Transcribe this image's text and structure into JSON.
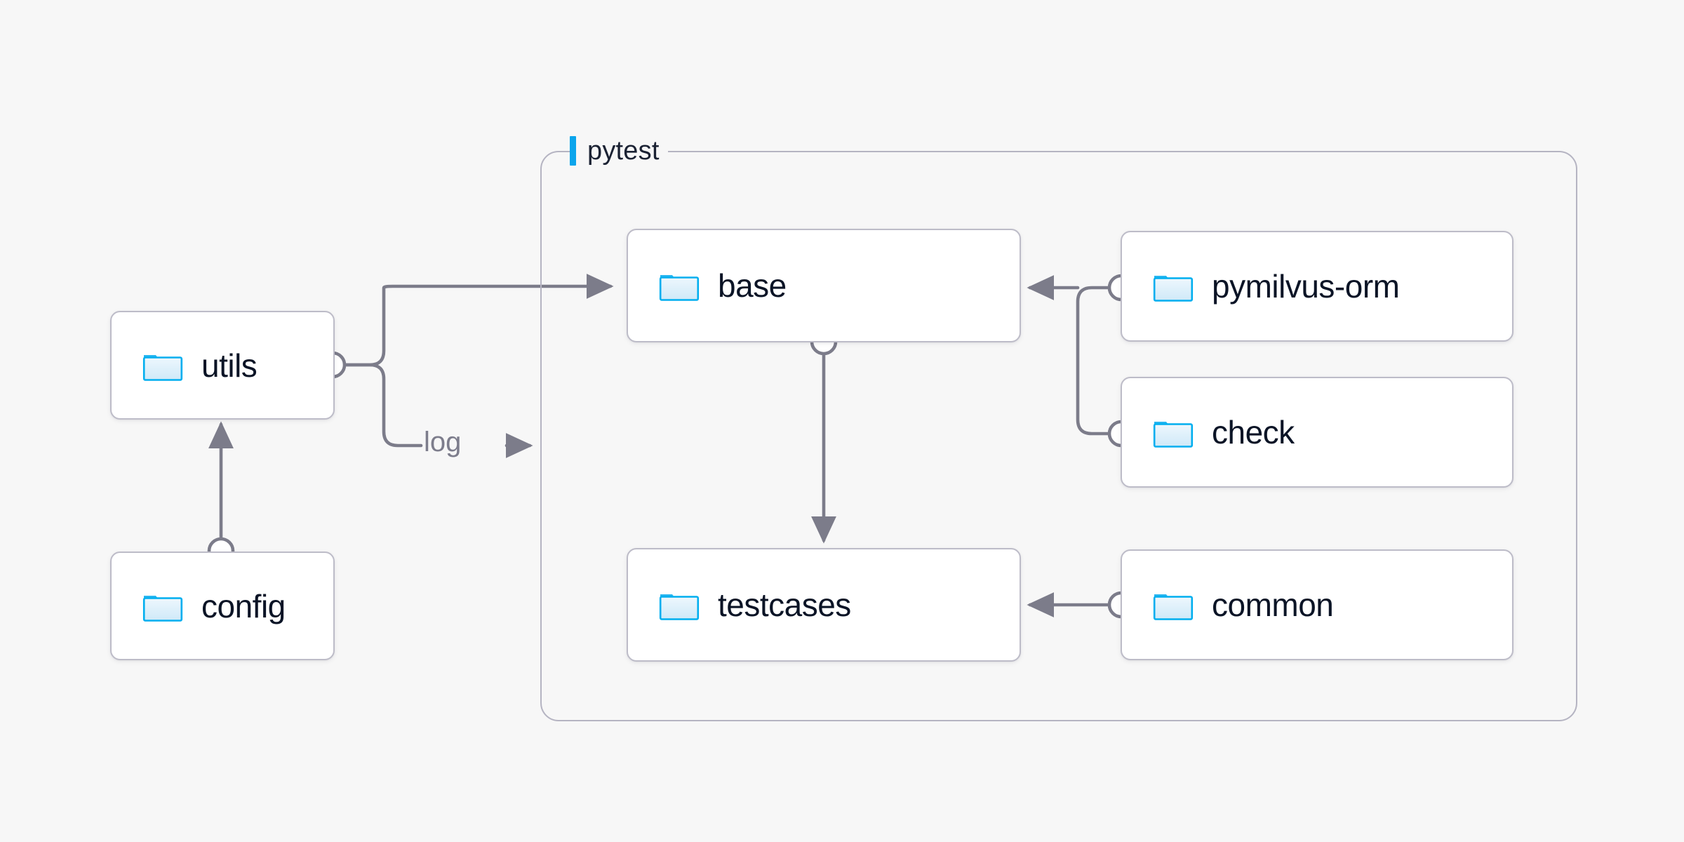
{
  "canvas": {
    "background": "#f7f7f7",
    "accent": "#0BA5EC",
    "node_text_color": "#0b1426",
    "edge_color": "#7c7c8a",
    "border_color": "#bdbcc8"
  },
  "group": {
    "title": "pytest",
    "accent_bar": "#0BA5EC"
  },
  "nodes": [
    {
      "id": "utils",
      "label": "utils",
      "icon": "folder-icon"
    },
    {
      "id": "config",
      "label": "config",
      "icon": "folder-icon"
    },
    {
      "id": "base",
      "label": "base",
      "icon": "folder-icon"
    },
    {
      "id": "testcases",
      "label": "testcases",
      "icon": "folder-icon"
    },
    {
      "id": "pymilvus-orm",
      "label": "pymilvus-orm",
      "icon": "folder-icon"
    },
    {
      "id": "check",
      "label": "check",
      "icon": "folder-icon"
    },
    {
      "id": "common",
      "label": "common",
      "icon": "folder-icon"
    }
  ],
  "edges": [
    {
      "id": "utils-base",
      "from": "utils",
      "to": "base",
      "label": ""
    },
    {
      "id": "utils-log",
      "from": "utils",
      "to": "pytest",
      "label": "log"
    },
    {
      "id": "config-utils",
      "from": "config",
      "to": "utils",
      "label": ""
    },
    {
      "id": "base-testcases",
      "from": "base",
      "to": "testcases",
      "label": ""
    },
    {
      "id": "pymilvus-orm-base",
      "from": "pymilvus-orm",
      "to": "base",
      "label": ""
    },
    {
      "id": "check-base",
      "from": "check",
      "to": "base",
      "label": ""
    },
    {
      "id": "common-testcases",
      "from": "common",
      "to": "testcases",
      "label": ""
    }
  ]
}
